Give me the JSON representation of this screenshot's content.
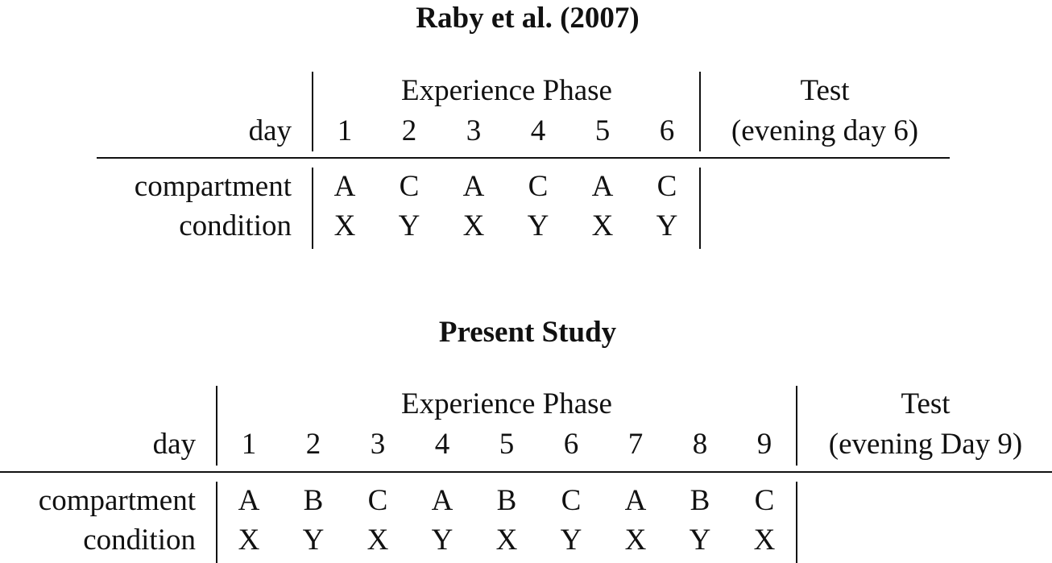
{
  "tables": [
    {
      "title": "Raby et al. (2007)",
      "phase_header": "Experience Phase",
      "test_header_line1": "Test",
      "test_header_line2": "(evening day 6)",
      "row_labels": {
        "day": "day",
        "compartment": "compartment",
        "condition": "condition"
      },
      "days": [
        "1",
        "2",
        "3",
        "4",
        "5",
        "6"
      ],
      "compartments": [
        "A",
        "C",
        "A",
        "C",
        "A",
        "C"
      ],
      "conditions": [
        "X",
        "Y",
        "X",
        "Y",
        "X",
        "Y"
      ]
    },
    {
      "title": "Present Study",
      "phase_header": "Experience Phase",
      "test_header_line1": "Test",
      "test_header_line2": "(evening Day 9)",
      "row_labels": {
        "day": "day",
        "compartment": "compartment",
        "condition": "condition"
      },
      "days": [
        "1",
        "2",
        "3",
        "4",
        "5",
        "6",
        "7",
        "8",
        "9"
      ],
      "compartments": [
        "A",
        "B",
        "C",
        "A",
        "B",
        "C",
        "A",
        "B",
        "C"
      ],
      "conditions": [
        "X",
        "Y",
        "X",
        "Y",
        "X",
        "Y",
        "X",
        "Y",
        "X"
      ]
    }
  ]
}
